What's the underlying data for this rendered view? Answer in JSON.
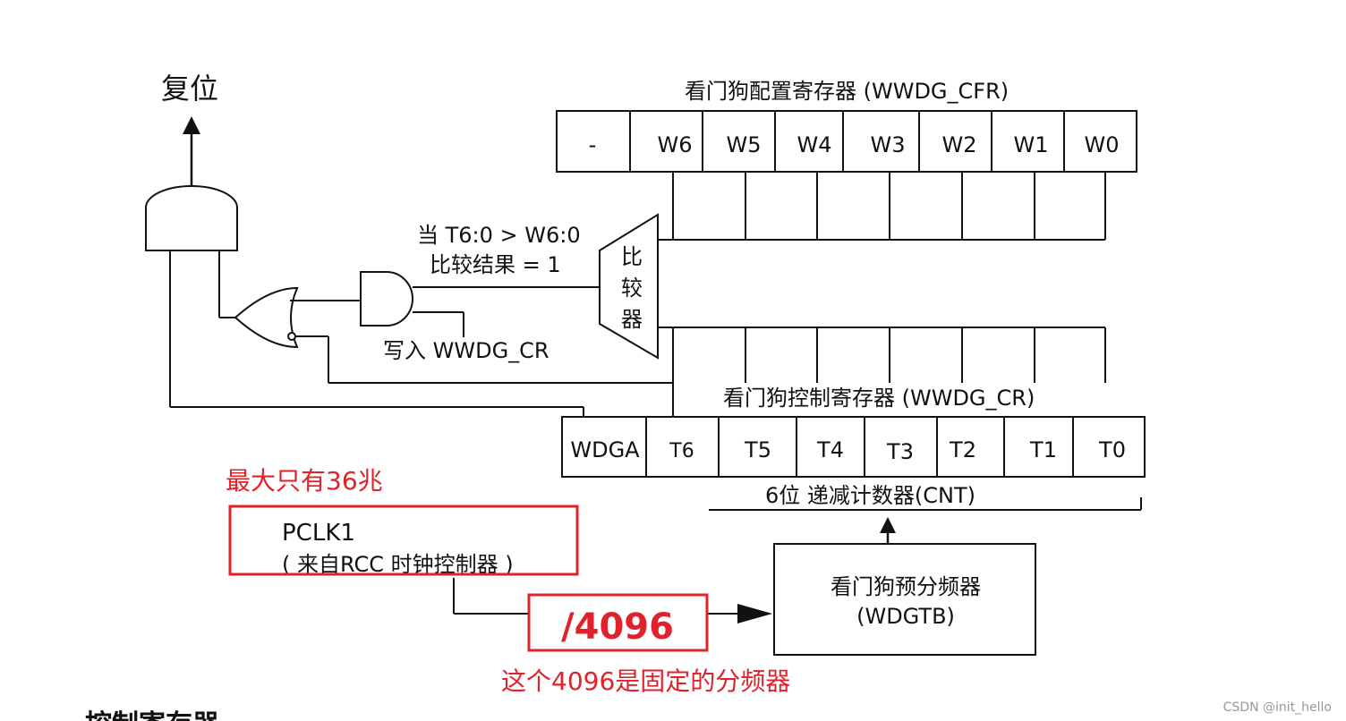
{
  "reset_label": "复位",
  "cfr_title": "看门狗配置寄存器 (WWDG_CFR)",
  "cfr_bits": [
    "-",
    "W6",
    "W5",
    "W4",
    "W3",
    "W2",
    "W1",
    "W0"
  ],
  "cr_title": "看门狗控制寄存器 (WWDG_CR)",
  "cr_bits": [
    "WDGA",
    "T6",
    "T5",
    "T4",
    "T3",
    "T2",
    "T1",
    "T0"
  ],
  "comparator_chars": [
    "比",
    "较",
    "器"
  ],
  "condition_line1": "当 T6:0 > W6:0",
  "condition_line2": "比较结果 = 1",
  "write_label": "写入 WWDG_CR",
  "counter_label": "6位 递减计数器(CNT)",
  "prescaler_line1": "看门狗预分频器",
  "prescaler_line2": "(WDGTB)",
  "pclk_line1": "PCLK1",
  "pclk_line2": "( 来自RCC 时钟控制器 )",
  "annotation_max": "最大只有36兆",
  "divider_label": "/4096",
  "annotation_fixed": "这个4096是固定的分频器",
  "watermark": "CSDN @init_hello",
  "footer_partial": "控制寄存器",
  "colors": {
    "annotation": "#e0222a",
    "ink": "#111111"
  }
}
